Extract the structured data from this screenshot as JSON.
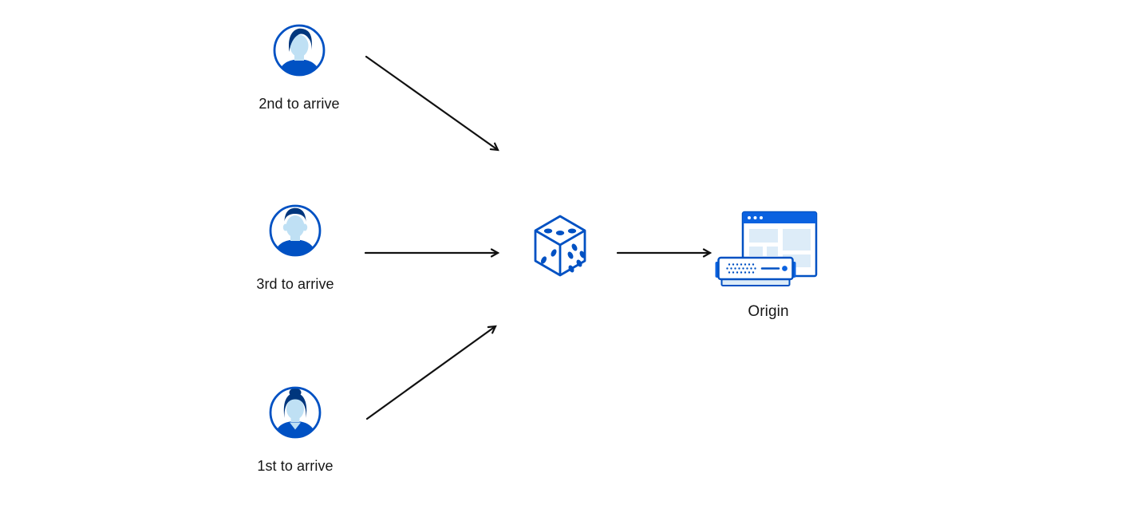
{
  "colors": {
    "stroke_blue": "#0051c3",
    "bright_blue": "#0b62e0",
    "hair_blue": "#00367d",
    "light_blue": "#ddecf8",
    "skin_blue": "#bfe0f4",
    "arrow_black": "#111111",
    "label_text": "#161616",
    "canvas_bg": "#ffffff"
  },
  "diagram": {
    "clients": [
      {
        "label": "2nd to arrive",
        "icon": "man-sidepart-avatar-icon"
      },
      {
        "label": "3rd to arrive",
        "icon": "man-shorthair-avatar-icon"
      },
      {
        "label": "1st to arrive",
        "icon": "woman-bun-avatar-icon"
      }
    ],
    "router": {
      "icon": "dice-icon"
    },
    "origin": {
      "label": "Origin",
      "icon": "origin-browser-server-icon"
    },
    "arrows": [
      "client-2nd-to-dice",
      "client-3rd-to-dice",
      "client-1st-to-dice",
      "dice-to-origin"
    ]
  }
}
